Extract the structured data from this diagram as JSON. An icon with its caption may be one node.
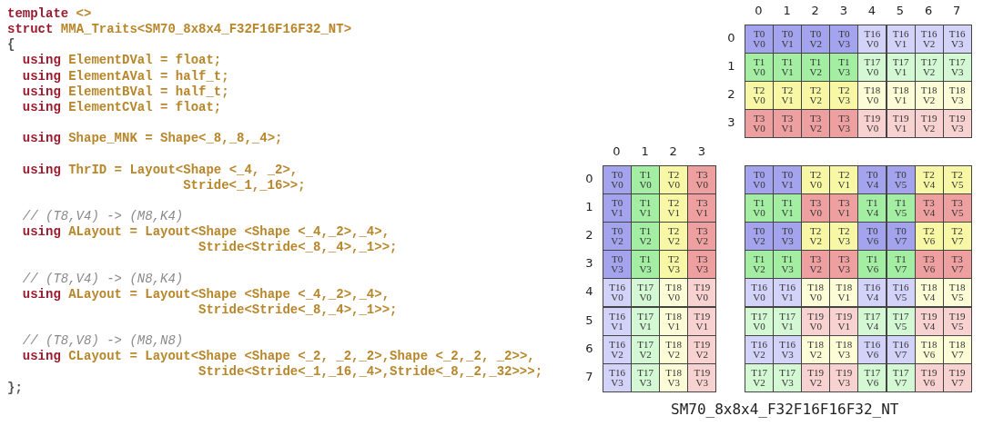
{
  "diagram": {
    "caption": "SM70_8x8x4_F32F16F16F32_NT",
    "labels": [
      "template <>",
      "struct MMA_Traits<SM70_8x8x4_F32F16F16F32_NT>",
      "{",
      "using ElementDVal = float;",
      "using ElementAVal = half_t;",
      "using ElementBVal = half_t;",
      "using ElementCVal = float;",
      "using Shape_MNK = Shape<_8,_8,_4>;",
      "using ThrID = Layout<Shape <_4, _2>,",
      "Stride<_1,_16>>;",
      "// (T8,V4) -> (M8,K4)",
      "using ALayout = Layout<Shape <Shape <_4,_2>,_4>,",
      "Stride<Stride<_8,_4>,_1>>;",
      "// (T8,V4) -> (N8,K4)",
      "using ALayout = Layout<Shape <Shape <_4,_2>,_4>,",
      "Stride<Stride<_8,_4>,_1>>;",
      "// (T8,V8) -> (M8,N8)",
      "using CLayout = Layout<Shape <Shape <_2, _2,_2>,Shape <_2,_2, _2>>,",
      "Stride<Stride<_1,_16,_4>,Stride<_8,_2,_32>>>;",
      "};",
      "0",
      "1",
      "2",
      "3",
      "4",
      "5",
      "6",
      "7",
      "0",
      "T0 V0",
      "T0 V1",
      "T0 V2",
      "T0 V3",
      "T16 V0",
      "T16 V1",
      "T16 V2",
      "T16 V3",
      "1",
      "T1 V0",
      "T1 V1",
      "T1 V2",
      "T1 V3",
      "T17 V0",
      "T17 V1",
      "T17 V2",
      "T17 V3",
      "2",
      "T2 V0",
      "T2 V1",
      "T2 V2",
      "T2 V3",
      "T18 V0",
      "T18 V1",
      "T18 V2",
      "T18 V3",
      "3",
      "T3 V0",
      "T3 V1",
      "T3 V2",
      "T3 V3",
      "T19 V0",
      "T19 V1",
      "T19 V2",
      "T19 V3",
      "0",
      "1",
      "2",
      "3",
      "0",
      "T0 V0",
      "T1 V0",
      "T2 V0",
      "T3 V0",
      "1",
      "T0 V1",
      "T1 V1",
      "T2 V1",
      "T3 V1",
      "2",
      "T0 V2",
      "T1 V2",
      "T2 V2",
      "T3 V2",
      "3",
      "T0 V3",
      "T1 V3",
      "T2 V3",
      "T3 V3",
      "4",
      "T16 V0",
      "T17 V0",
      "T18 V0",
      "T19 V0",
      "5",
      "T16 V1",
      "T17 V1",
      "T18 V1",
      "T19 V1",
      "6",
      "T16 V2",
      "T17 V2",
      "T18 V2",
      "T19 V2",
      "7",
      "T16 V3",
      "T17 V3",
      "T18 V3",
      "T19 V3",
      "T0 V0",
      "T0 V1",
      "T2 V0",
      "T2 V1",
      "T0 V4",
      "T0 V5",
      "T2 V4",
      "T2 V5",
      "T1 V0",
      "T1 V1",
      "T3 V0",
      "T3 V1",
      "T1 V4",
      "T1 V5",
      "T3 V4",
      "T3 V5",
      "T0 V2",
      "T0 V3",
      "T2 V2",
      "T2 V3",
      "T0 V6",
      "T0 V7",
      "T2 V6",
      "T2 V7",
      "T1 V2",
      "T1 V3",
      "T3 V2",
      "T3 V3",
      "T1 V6",
      "T1 V7",
      "T3 V6",
      "T3 V7",
      "T16 V0",
      "T16 V1",
      "T18 V0",
      "T18 V1",
      "T16 V4",
      "T16 V5",
      "T18 V4",
      "T18 V5",
      "T17 V0",
      "T17 V1",
      "T19 V0",
      "T19 V1",
      "T17 V4",
      "T17 V5",
      "T19 V4",
      "T19 V5",
      "T16 V2",
      "T16 V3",
      "T18 V2",
      "T18 V3",
      "T16 V6",
      "T16 V7",
      "T18 V6",
      "T18 V7",
      "T17 V2",
      "T17 V3",
      "T19 V2",
      "T19 V3",
      "T17 V6",
      "T17 V7",
      "T19 V6",
      "T19 V7"
    ]
  }
}
